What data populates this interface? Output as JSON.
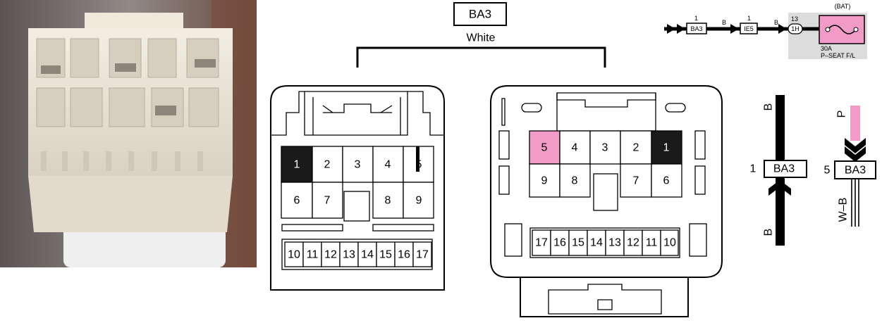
{
  "connector": {
    "code": "BA3",
    "color": "White"
  },
  "left_face": {
    "top_row": [
      "1",
      "2",
      "3",
      "4",
      "5"
    ],
    "mid_row": [
      "6",
      "7",
      "8",
      "9"
    ],
    "bottom_row": [
      "10",
      "11",
      "12",
      "13",
      "14",
      "15",
      "16",
      "17"
    ]
  },
  "right_face": {
    "top_row": [
      "5",
      "4",
      "3",
      "2",
      "1"
    ],
    "mid_row": [
      "9",
      "8",
      "7",
      "6"
    ],
    "bottom_row": [
      "17",
      "16",
      "15",
      "14",
      "13",
      "12",
      "11",
      "10"
    ]
  },
  "wiring": {
    "conn1": "BA3",
    "conn1_pin": "1",
    "wire1": "B",
    "conn2": "IE5",
    "conn2_pin": "1",
    "wire2": "B",
    "conn3": "1H",
    "conn3_pin": "13",
    "bat_label": "(BAT)",
    "fuse_rating": "30A",
    "fuse_name": "P–SEAT F/L"
  },
  "pin_symbol_1": {
    "pin": "1",
    "code": "BA3",
    "top_wire": "B",
    "bottom_wire": "B"
  },
  "pin_symbol_5": {
    "pin": "5",
    "code": "BA3",
    "top_wire": "P",
    "bottom_wire": "W–B"
  },
  "colors": {
    "pink_wire": "#f29bc6",
    "fuse_box": "#dcdcdc",
    "dark_pin": "#1a1a1a"
  }
}
